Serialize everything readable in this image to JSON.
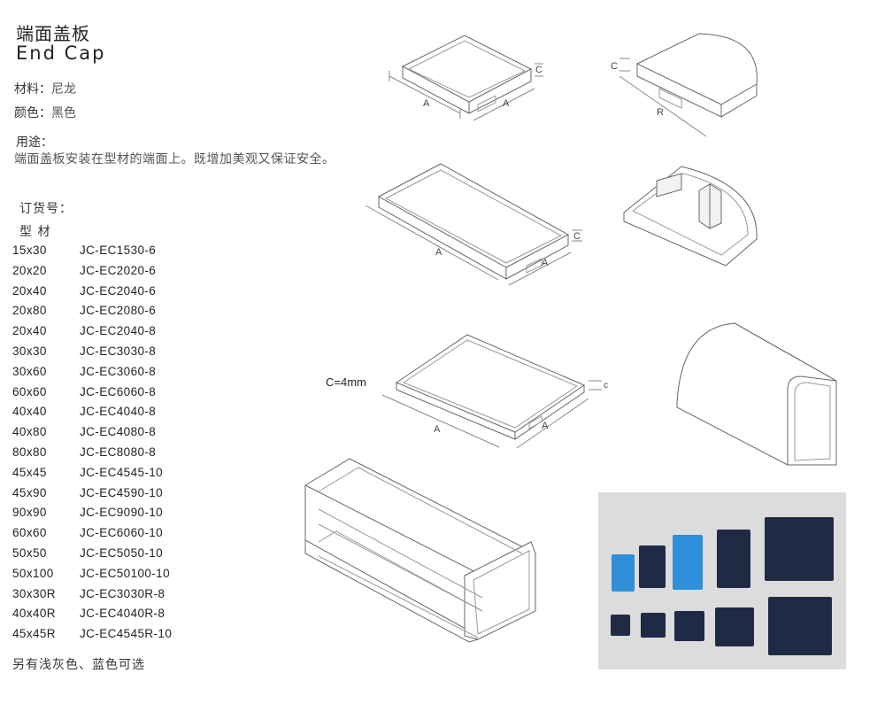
{
  "title_cn": "端面盖板",
  "title_en": "End Cap",
  "material": {
    "label": "材料：",
    "value": "尼龙"
  },
  "color": {
    "label": "颜色：",
    "value": "黑色"
  },
  "usage": {
    "label": "用途：",
    "text": "端面盖板安装在型材的端面上。既增加美观又保证安全。"
  },
  "order_label": "订货号：",
  "profile_label": "型 材",
  "parts": [
    {
      "size": "15x30",
      "code": "JC-EC1530-6"
    },
    {
      "size": "20x20",
      "code": "JC-EC2020-6"
    },
    {
      "size": "20x40",
      "code": "JC-EC2040-6"
    },
    {
      "size": "20x80",
      "code": "JC-EC2080-6"
    },
    {
      "size": "20x40",
      "code": "JC-EC2040-8"
    },
    {
      "size": "30x30",
      "code": "JC-EC3030-8"
    },
    {
      "size": "30x60",
      "code": "JC-EC3060-8"
    },
    {
      "size": "60x60",
      "code": "JC-EC6060-8"
    },
    {
      "size": "40x40",
      "code": "JC-EC4040-8"
    },
    {
      "size": "40x80",
      "code": "JC-EC4080-8"
    },
    {
      "size": "80x80",
      "code": "JC-EC8080-8"
    },
    {
      "size": "45x45",
      "code": "JC-EC4545-10"
    },
    {
      "size": "45x90",
      "code": "JC-EC4590-10"
    },
    {
      "size": "90x90",
      "code": "JC-EC9090-10"
    },
    {
      "size": "60x60",
      "code": "JC-EC6060-10"
    },
    {
      "size": "50x50",
      "code": "JC-EC5050-10"
    },
    {
      "size": "50x100",
      "code": "JC-EC50100-10"
    },
    {
      "size": "30x30R",
      "code": "JC-EC3030R-8"
    },
    {
      "size": "40x40R",
      "code": "JC-EC4040R-8"
    },
    {
      "size": "45x45R",
      "code": "JC-EC4545R-10"
    }
  ],
  "footer": "另有浅灰色、蓝色可选",
  "dims": {
    "a": "A",
    "c": "C",
    "r": "R",
    "c_small": "c",
    "c_note": "C=4mm"
  },
  "colors": {
    "blue_cap": "#2f8fd8",
    "dark_cap": "#1f2b44",
    "photo_bg": "#dcdcdc",
    "line": "#666666"
  }
}
